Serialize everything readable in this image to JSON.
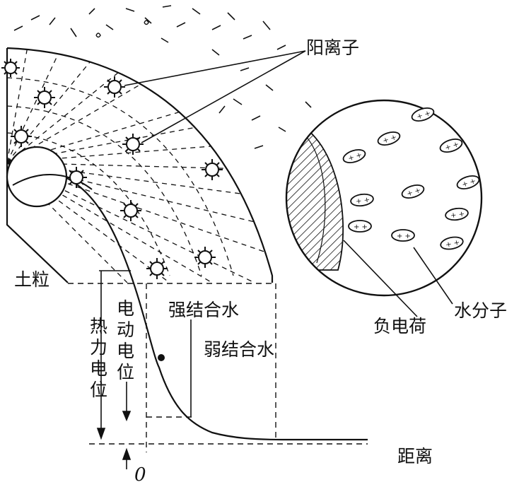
{
  "labels": {
    "cation": "阳离子",
    "soil_particle": "土粒",
    "strong_bound_water": "强结合水",
    "weak_bound_water": "弱结合水",
    "electrokinetic_potential": "电动电位",
    "thermodynamic_potential": "热力电位",
    "negative_charge": "负电荷",
    "water_molecule": "水分子",
    "distance": "距离",
    "origin": "0"
  },
  "colors": {
    "ink": "#111111",
    "background": "#ffffff"
  }
}
